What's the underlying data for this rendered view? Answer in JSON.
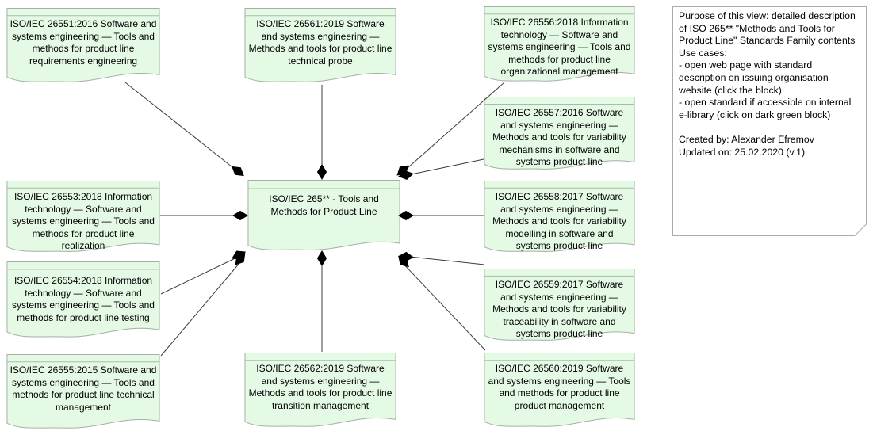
{
  "diagram": {
    "title_center": "ISO/IEC 265** - Tools and Methods for Product Line",
    "standards": [
      {
        "label": "ISO/IEC 26551:2016 Software and systems engineering — Tools and methods for product line requirements engineering"
      },
      {
        "label": "ISO/IEC 26561:2019 Software and systems engineering — Methods and tools for product line technical probe"
      },
      {
        "label": "ISO/IEC 26556:2018 Information technology — Software and systems engineering — Tools and methods for product line organizational management"
      },
      {
        "label": "ISO/IEC 26557:2016 Software and systems engineering — Methods and tools for variability mechanisms in software and systems product line"
      },
      {
        "label": "ISO/IEC 26553:2018 Information technology — Software and systems engineering — Tools and methods for product line realization"
      },
      {
        "label": "ISO/IEC 26558:2017 Software and systems engineering — Methods and tools for variability modelling in software and systems product line"
      },
      {
        "label": "ISO/IEC 26554:2018 Information technology — Software and systems engineering — Tools and methods for product line testing"
      },
      {
        "label": "ISO/IEC 26559:2017 Software and systems engineering — Methods and tools for variability traceability in software and systems product line"
      },
      {
        "label": "ISO/IEC 26555:2015 Software and systems engineering — Tools and methods for product line technical management"
      },
      {
        "label": "ISO/IEC 26562:2019 Software and systems engineering — Methods and tools for product line transition management"
      },
      {
        "label": "ISO/IEC 26560:2019 Software and systems engineering — Tools and methods for product line product management"
      }
    ],
    "note": {
      "text": "Purpose of this view: detailed description of ISO 265** \"Methods and Tools for Product Line\" Standards Family contents\nUse cases:\n- open web page with standard description on issuing organisation website (click the block)\n- open standard if accessible on internal e-library (click on dark green block)\n\nCreated by: Alexander Efremov\nUpdated on: 25.02.2020 (v.1)"
    },
    "colors": {
      "box_fill": "#e5fae5",
      "box_border": "#a3b1a3",
      "note_fill": "#ffffff",
      "note_border": "#ababab",
      "connector": "#3c3c3c",
      "diamond": "#000000"
    }
  }
}
